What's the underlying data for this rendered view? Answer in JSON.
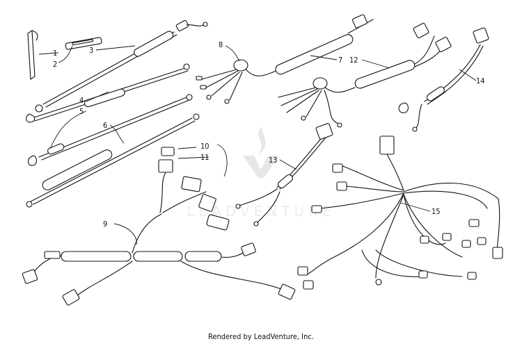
{
  "callouts": {
    "c1": "1",
    "c2": "2",
    "c3": "3",
    "c4": "4",
    "c5": "5",
    "c6": "6",
    "c7": "7",
    "c8": "8",
    "c9": "9",
    "c10": "10",
    "c11": "11",
    "c12": "12",
    "c13": "13",
    "c14": "14",
    "c15": "15"
  },
  "footer": "Rendered by LeadVenture, Inc.",
  "watermark": "LEADVENTURE"
}
